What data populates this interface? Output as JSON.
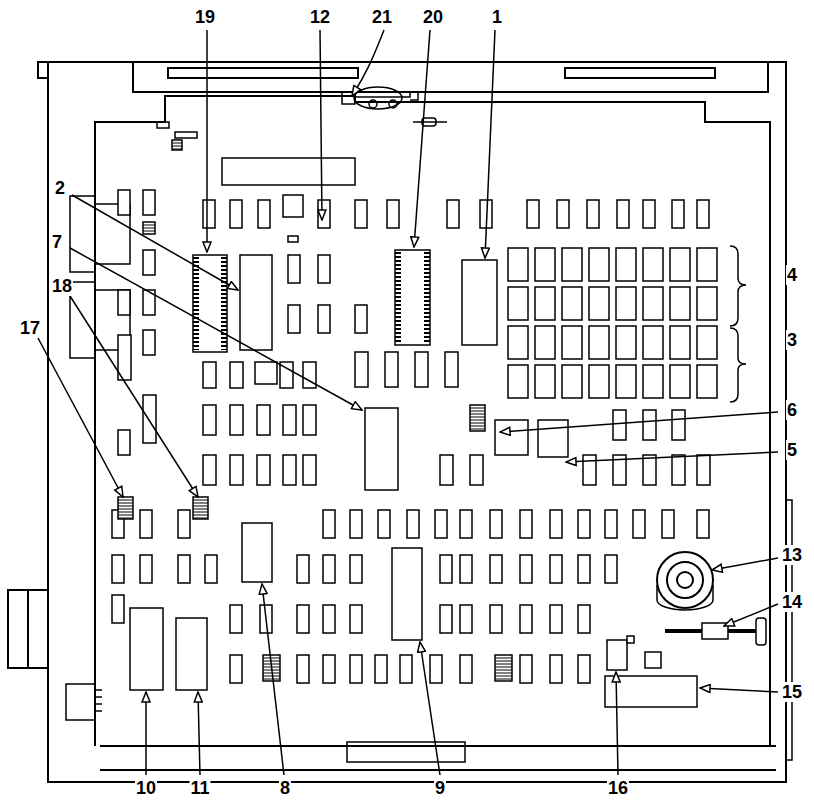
{
  "diagram": {
    "labels": [
      "19",
      "12",
      "21",
      "20",
      "1",
      "2",
      "7",
      "18",
      "17",
      "4",
      "3",
      "6",
      "5",
      "13",
      "14",
      "15",
      "10",
      "11",
      "8",
      "9",
      "16"
    ]
  }
}
